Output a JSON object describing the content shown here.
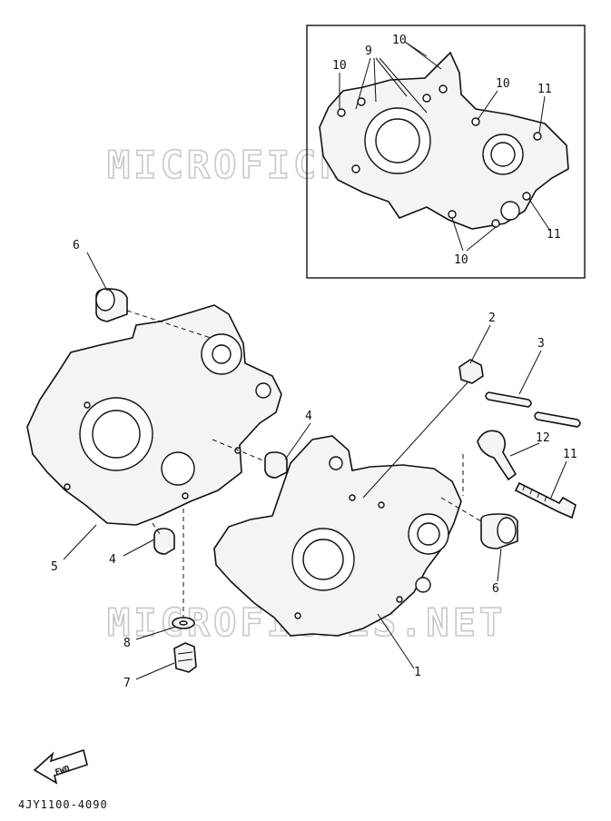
{
  "diagram": {
    "watermarks": [
      "MICROFICHES.NET",
      "MICROFICHES.NET"
    ],
    "fwd_label": "FWD",
    "part_code": "4JY1100-4090",
    "callouts": {
      "c1": "1",
      "c2": "2",
      "c3": "3",
      "c4a": "4",
      "c4b": "4",
      "c5": "5",
      "c6a": "6",
      "c6b": "6",
      "c7": "7",
      "c8": "8",
      "c9": "9",
      "c10a": "10",
      "c10b": "10",
      "c10c": "10",
      "c10d": "10",
      "c11a": "11",
      "c11b": "11",
      "c11c": "11",
      "c12": "12"
    }
  }
}
